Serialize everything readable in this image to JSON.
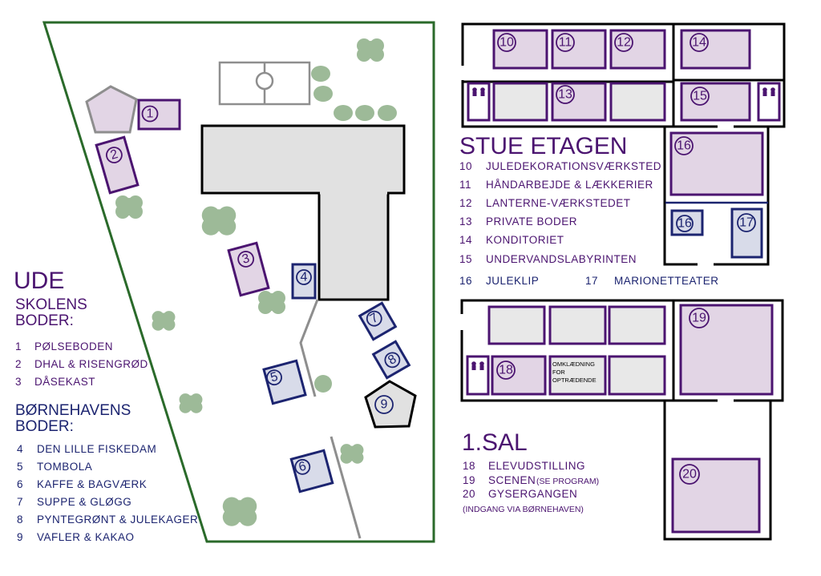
{
  "colors": {
    "purple": "#4b1470",
    "purple_fill": "#e2d5e5",
    "navy": "#1c2470",
    "navy_fill": "#d8dbe9",
    "green_border": "#2a6a2a",
    "tree": "#9dba98",
    "building_fill": "#e1e1e1",
    "path": "#8e8e8e"
  },
  "ude": {
    "title": "UDE",
    "skolens_line1": "SKOLENS",
    "skolens_line2": "BODER:",
    "skolens_items": [
      {
        "num": "1",
        "name": "PØLSEBODEN"
      },
      {
        "num": "2",
        "name": "DHAL & RISENGRØD"
      },
      {
        "num": "3",
        "name": "DÅSEKAST"
      }
    ],
    "boernehave_line1": "BØRNEHAVENS",
    "boernehave_line2": "BODER:",
    "boernehave_items": [
      {
        "num": "4",
        "name": "DEN LILLE FISKEDAM"
      },
      {
        "num": "5",
        "name": "TOMBOLA"
      },
      {
        "num": "6",
        "name": "KAFFE & BAGVÆRK"
      },
      {
        "num": "7",
        "name": "SUPPE & GLØGG"
      },
      {
        "num": "8",
        "name": "PYNTEGRØNT & JULEKAGER"
      },
      {
        "num": "9",
        "name": "VAFLER & KAKAO"
      }
    ]
  },
  "stue": {
    "title": "STUE ETAGEN",
    "items": [
      {
        "num": "10",
        "name": "JULEDEKORATIONSVÆRKSTED"
      },
      {
        "num": "11",
        "name": "HÅNDARBEJDE & LÆKKERIER"
      },
      {
        "num": "12",
        "name": "LANTERNE-VÆRKSTEDET"
      },
      {
        "num": "13",
        "name": "PRIVATE BODER"
      },
      {
        "num": "14",
        "name": "KONDITORIET"
      },
      {
        "num": "15",
        "name": "UNDERVANDSLABYRINTEN"
      }
    ],
    "item16_num": "16",
    "item16_name": "JULEKLIP",
    "item17_num": "17",
    "item17_name": "MARIONETTEATER"
  },
  "sal": {
    "title": "1.SAL",
    "items": [
      {
        "num": "18",
        "name": "ELEVUDSTILLING"
      },
      {
        "num": "19",
        "name": "SCENEN",
        "note": "(SE PROGRAM)"
      },
      {
        "num": "20",
        "name": "GYSERGANGEN"
      }
    ],
    "note20": "(INDGANG VIA BØRNEHAVEN)",
    "changing_room_line1": "OMKLÆDNING",
    "changing_room_line2": "FOR",
    "changing_room_line3": "OPTRÆDENDE"
  },
  "map_labels": {
    "s1": "1",
    "s2": "2",
    "s3": "3",
    "s4": "4",
    "s5": "5",
    "s6": "6",
    "s7": "7",
    "s8": "8",
    "s9": "9",
    "r10": "10",
    "r11": "11",
    "r12": "12",
    "r13": "13",
    "r14": "14",
    "r15": "15",
    "r16a": "16",
    "r16b": "16",
    "r17": "17",
    "r18": "18",
    "r19": "19",
    "r20": "20"
  }
}
